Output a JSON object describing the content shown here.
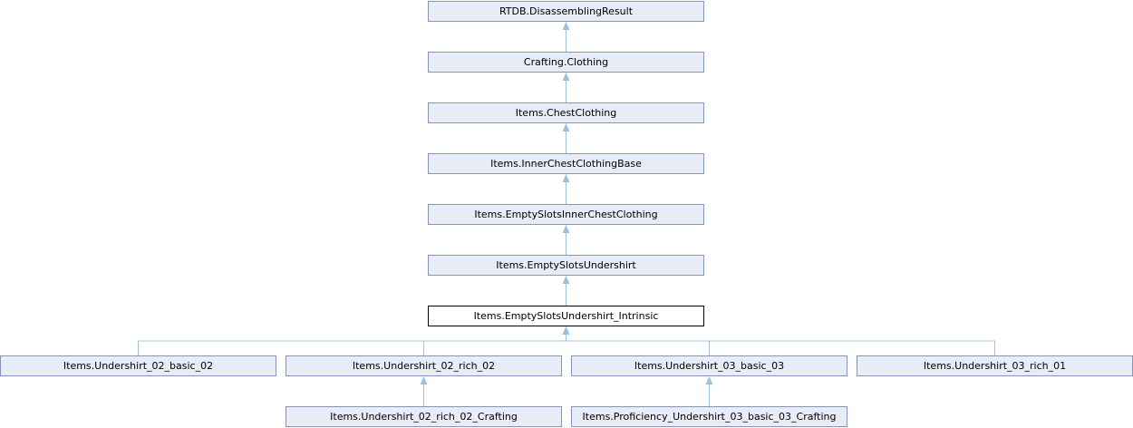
{
  "diagram": {
    "nodes": {
      "n_rtdb": "RTDB.DisassemblingResult",
      "n_crafting": "Crafting.Clothing",
      "n_chest": "Items.ChestClothing",
      "n_inner": "Items.InnerChestClothingBase",
      "n_empty_inner": "Items.EmptySlotsInnerChestClothing",
      "n_empty_under": "Items.EmptySlotsUndershirt",
      "n_intrinsic": "Items.EmptySlotsUndershirt_Intrinsic",
      "n_u02_basic": "Items.Undershirt_02_basic_02",
      "n_u02_rich": "Items.Undershirt_02_rich_02",
      "n_u03_basic": "Items.Undershirt_03_basic_03",
      "n_u03_rich": "Items.Undershirt_03_rich_01",
      "n_u02_rich_craft": "Items.Undershirt_02_rich_02_Crafting",
      "n_prof": "Items.Proficiency_Undershirt_03_basic_03_Crafting"
    },
    "current_node": "n_intrinsic",
    "edges": [
      [
        "n_crafting",
        "n_rtdb"
      ],
      [
        "n_chest",
        "n_crafting"
      ],
      [
        "n_inner",
        "n_chest"
      ],
      [
        "n_empty_inner",
        "n_inner"
      ],
      [
        "n_empty_under",
        "n_empty_inner"
      ],
      [
        "n_intrinsic",
        "n_empty_under"
      ],
      [
        "n_u02_basic",
        "n_intrinsic"
      ],
      [
        "n_u02_rich",
        "n_intrinsic"
      ],
      [
        "n_u03_basic",
        "n_intrinsic"
      ],
      [
        "n_u03_rich",
        "n_intrinsic"
      ],
      [
        "n_u02_rich_craft",
        "n_u02_rich"
      ],
      [
        "n_prof",
        "n_u03_basic"
      ]
    ],
    "colors": {
      "node_fill": "#e8ecf6",
      "node_border": "#8495b8",
      "current_fill": "#ffffff",
      "current_border": "#000000",
      "edge": "#9cc3dd"
    }
  }
}
